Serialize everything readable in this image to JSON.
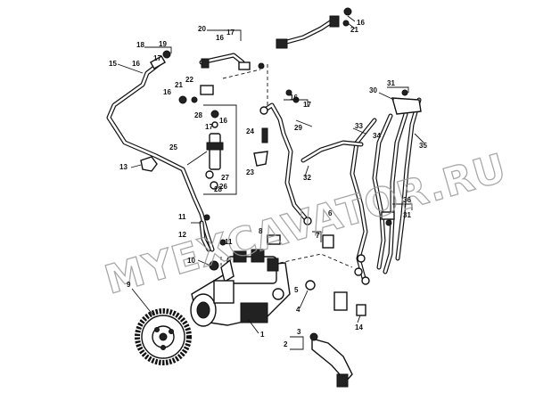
{
  "watermark": "MYEXCAVATOR.RU",
  "callouts": [
    "1",
    "2",
    "3",
    "4",
    "5",
    "6",
    "7",
    "8",
    "9",
    "10",
    "11",
    "12",
    "13",
    "14",
    "15",
    "16",
    "17",
    "18",
    "19",
    "20",
    "21",
    "22",
    "23",
    "24",
    "25",
    "26",
    "27",
    "28",
    "29",
    "30",
    "31",
    "32",
    "33",
    "34",
    "35",
    "36"
  ]
}
